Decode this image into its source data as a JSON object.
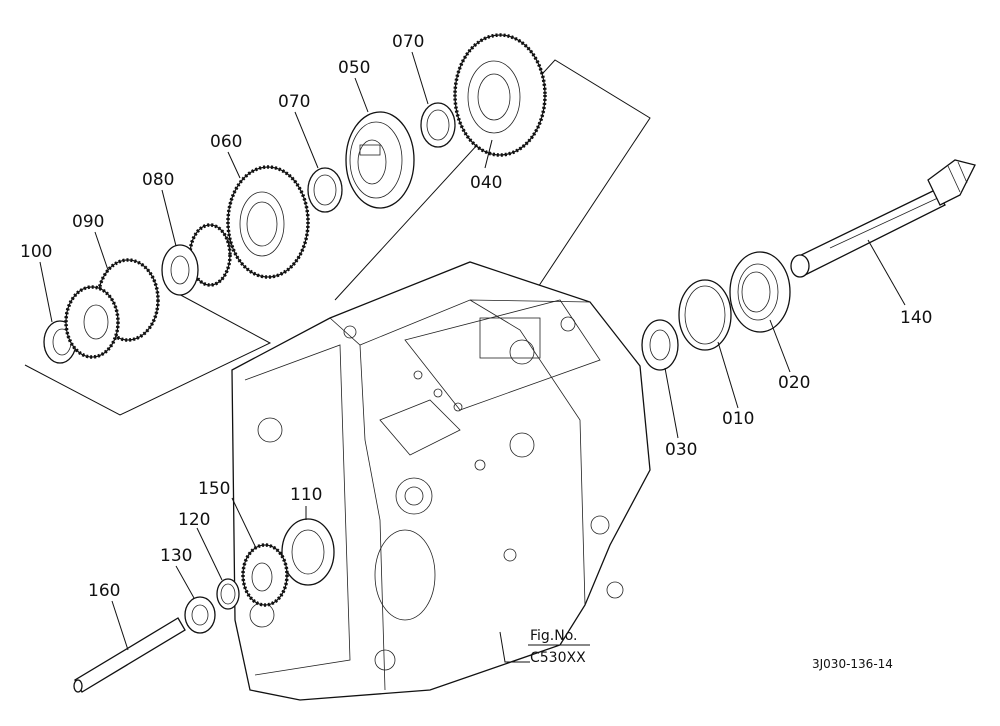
{
  "parts": [
    {
      "id": "p010",
      "label": "010"
    },
    {
      "id": "p020",
      "label": "020"
    },
    {
      "id": "p030",
      "label": "030"
    },
    {
      "id": "p040",
      "label": "040"
    },
    {
      "id": "p050",
      "label": "050"
    },
    {
      "id": "p060",
      "label": "060"
    },
    {
      "id": "p070a",
      "label": "070"
    },
    {
      "id": "p070b",
      "label": "070"
    },
    {
      "id": "p080",
      "label": "080"
    },
    {
      "id": "p090",
      "label": "090"
    },
    {
      "id": "p100",
      "label": "100"
    },
    {
      "id": "p110",
      "label": "110"
    },
    {
      "id": "p120",
      "label": "120"
    },
    {
      "id": "p130",
      "label": "130"
    },
    {
      "id": "p140",
      "label": "140"
    },
    {
      "id": "p150",
      "label": "150"
    },
    {
      "id": "p160",
      "label": "160"
    }
  ],
  "figure": {
    "line1": "Fig.No.",
    "line2": "C530XX"
  },
  "drawing_code": "3J030-136-14"
}
